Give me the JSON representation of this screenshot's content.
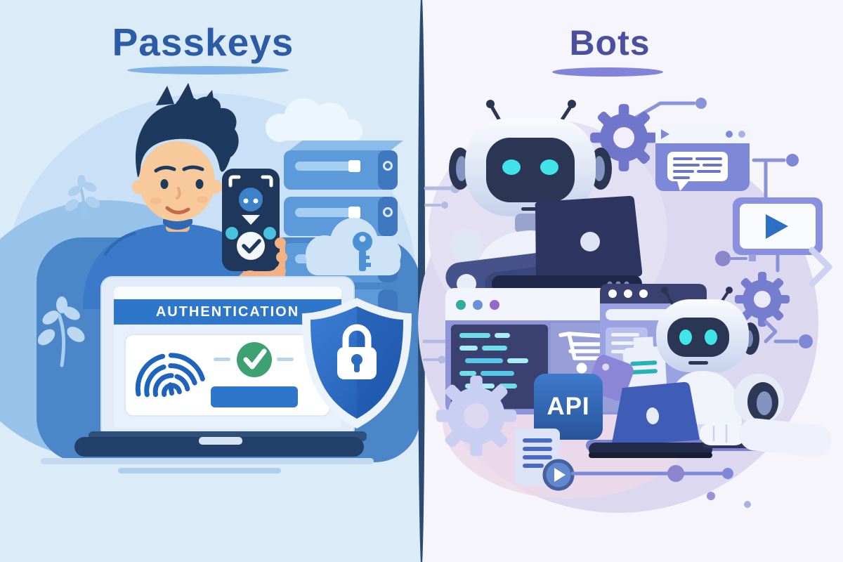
{
  "left_panel": {
    "title": "Passkeys",
    "title_color": "#2d5ca6",
    "underline_color": "#7fb3e8",
    "background_color": "#dcebf8",
    "illustration": {
      "auth_header_label": "AUTHENTICATION",
      "auth_header_color": "#2e76ca",
      "checkmark_color": "#3da173",
      "fingerprint_color": "#1e64bd",
      "shield_color": "#2e6cc0",
      "icon_names": [
        "person-avatar",
        "smartphone-face-scan-icon",
        "face-id-check-icon",
        "server-stack-icon",
        "cloud-key-icon",
        "laptop-icon",
        "fingerprint-icon",
        "check-circle-icon",
        "password-button",
        "shield-lock-icon",
        "leaf-plant-icon",
        "cloud-icon"
      ]
    }
  },
  "right_panel": {
    "title": "Bots",
    "title_color": "#4c4f9e",
    "underline_color": "#8184d8",
    "background_color": "#f5f5fb",
    "illustration": {
      "api_badge_label": "API",
      "api_badge_color": "#2f62b0",
      "browser_dot_colors": [
        "#2fae9e",
        "#6b8fd8",
        "#9668c8"
      ],
      "robot_eye_color": "#3fe3e8",
      "icon_names": [
        "robot-icon-large",
        "robot-icon-small",
        "gear-icon",
        "code-window-icon",
        "shopping-cart-icon",
        "api-badge",
        "chat-window-icon",
        "video-player-icon",
        "document-icon",
        "play-button-icon",
        "circuit-node-icon",
        "price-tag-icon",
        "mini-browser-window-icon"
      ]
    }
  },
  "divider_color": "#2b4b72"
}
